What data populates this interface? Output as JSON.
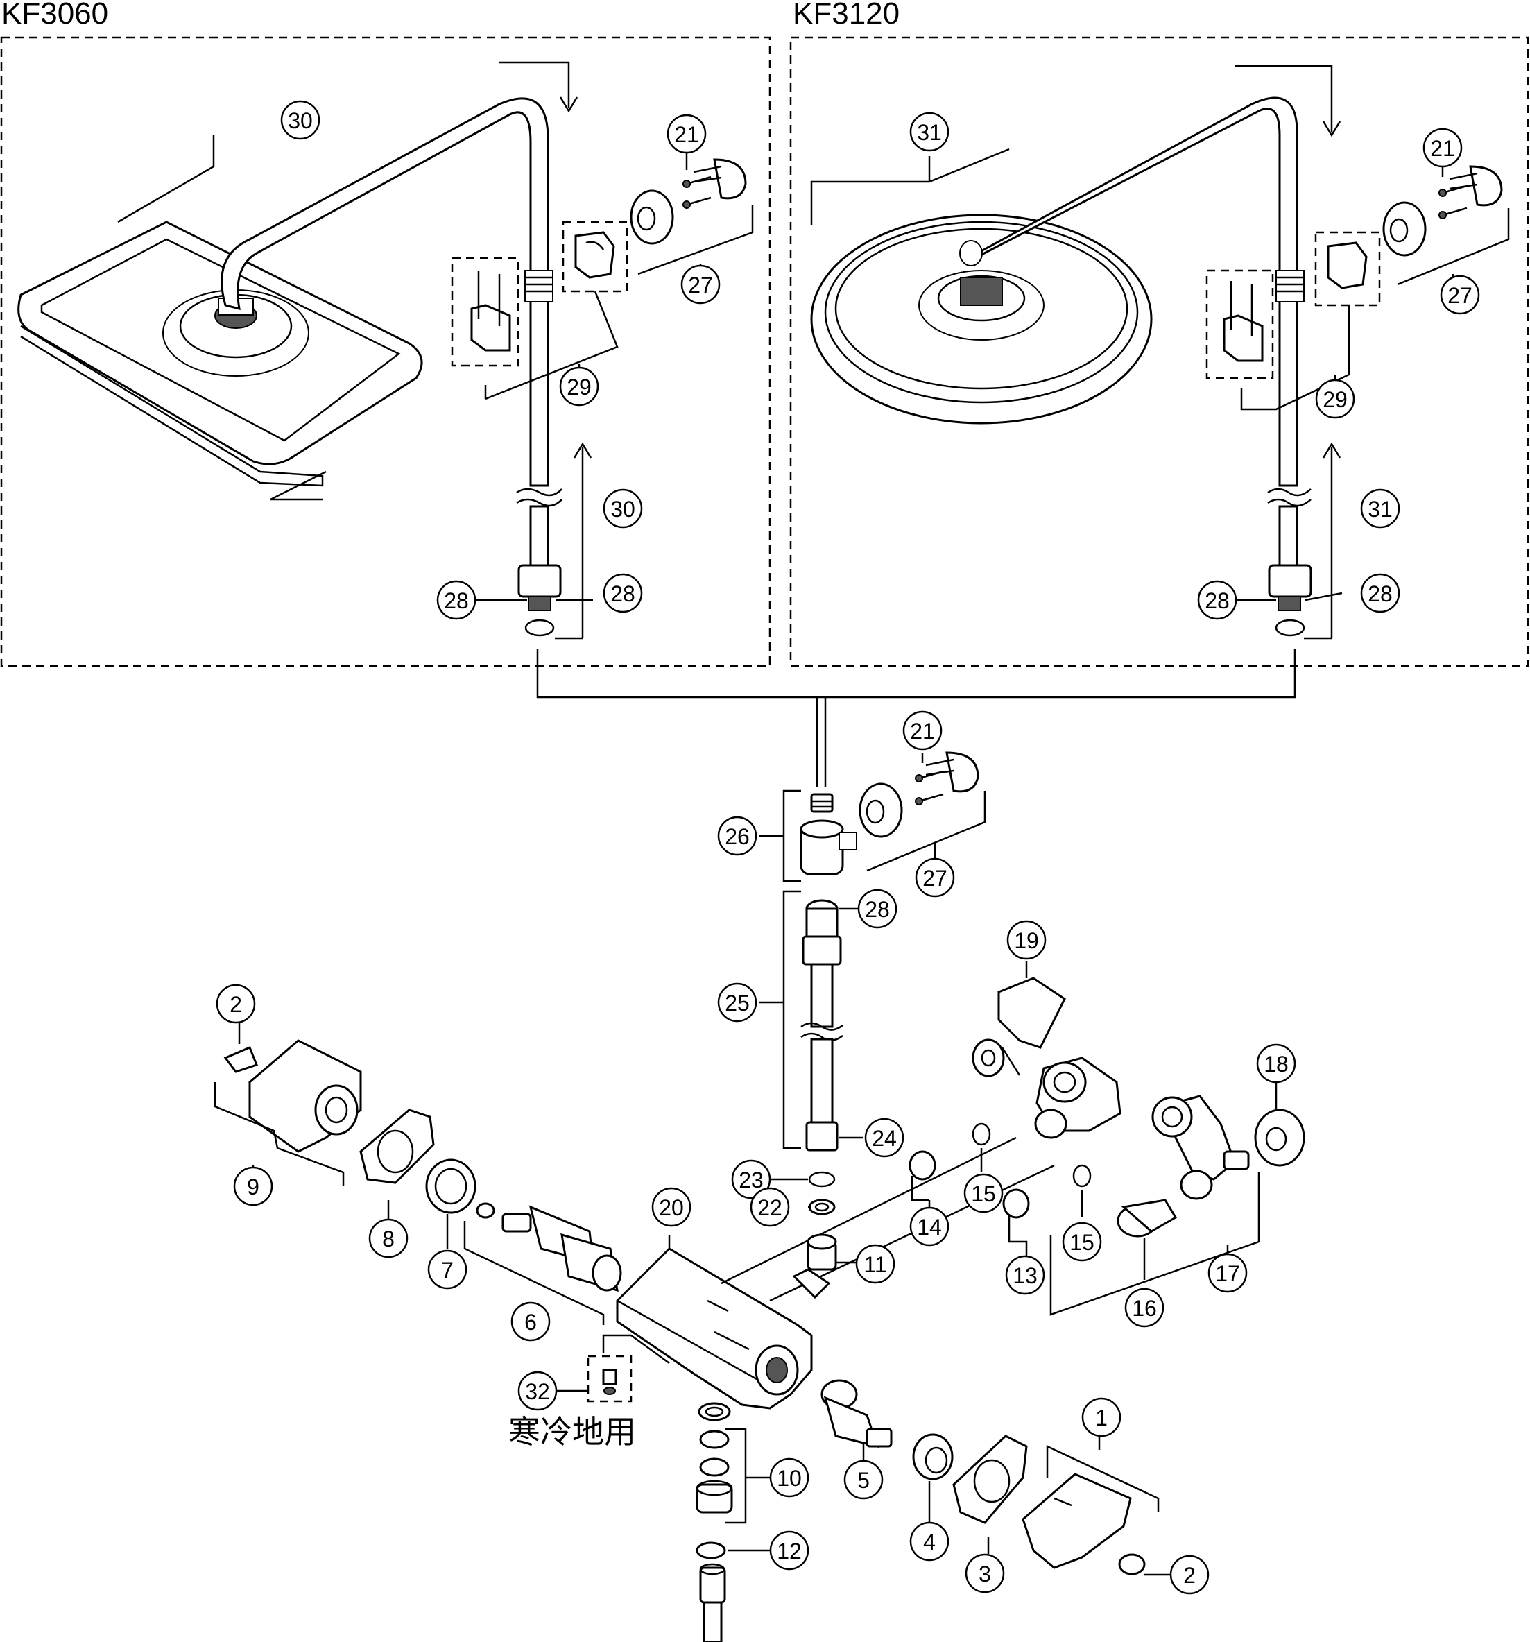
{
  "models": {
    "left": "KF3060",
    "right": "KF3120"
  },
  "cold_region_note": "寒冷地用",
  "callouts": {
    "c30a": "30",
    "c30b": "30",
    "c21a": "21",
    "c27a": "27",
    "c29a": "29",
    "c28a": "28",
    "c28b": "28",
    "c31a": "31",
    "c31b": "31",
    "c21b": "21",
    "c27b": "27",
    "c29b": "29",
    "c28c": "28",
    "c28d": "28",
    "c21c": "21",
    "c26": "26",
    "c27c": "27",
    "c28e": "28",
    "c25": "25",
    "c24": "24",
    "c23": "23",
    "c22": "22",
    "c19": "19",
    "c18": "18",
    "c2a": "2",
    "c9": "9",
    "c8": "8",
    "c7": "7",
    "c6": "6",
    "c20": "20",
    "c11": "11",
    "c14": "14",
    "c15a": "15",
    "c15b": "15",
    "c13": "13",
    "c16": "16",
    "c17": "17",
    "c32": "32",
    "c10": "10",
    "c12": "12",
    "c5": "5",
    "c4": "4",
    "c3": "3",
    "c1": "1",
    "c2b": "2"
  },
  "icons": [
    "shower-head-square-icon",
    "shower-head-round-icon",
    "shower-pipe-icon",
    "wall-bracket-icon",
    "screw-icon",
    "diverter-icon",
    "mixer-body-icon",
    "handle-icon",
    "cartridge-icon",
    "nut-icon",
    "o-ring-icon",
    "elbow-icon",
    "hook-icon",
    "packing-icon",
    "drain-plug-icon"
  ]
}
